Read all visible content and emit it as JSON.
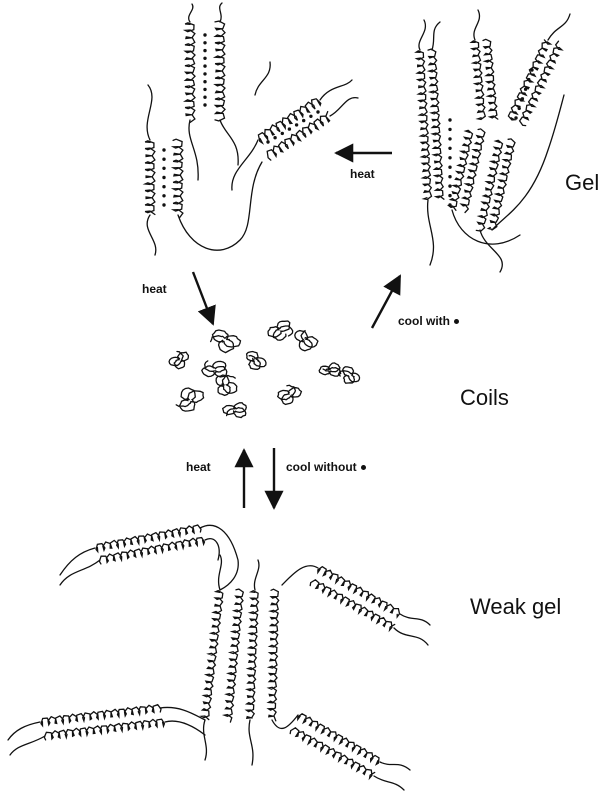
{
  "states": {
    "gel": "Gel",
    "coils": "Coils",
    "weak_gel": "Weak gel"
  },
  "arrows": {
    "gel_to_top": "heat",
    "top_to_coils": "heat",
    "coils_to_gel": "cool with",
    "weak_to_coils": "heat",
    "coils_to_weak": "cool without"
  },
  "colors": {
    "ink": "#111111",
    "background": "#ffffff"
  }
}
